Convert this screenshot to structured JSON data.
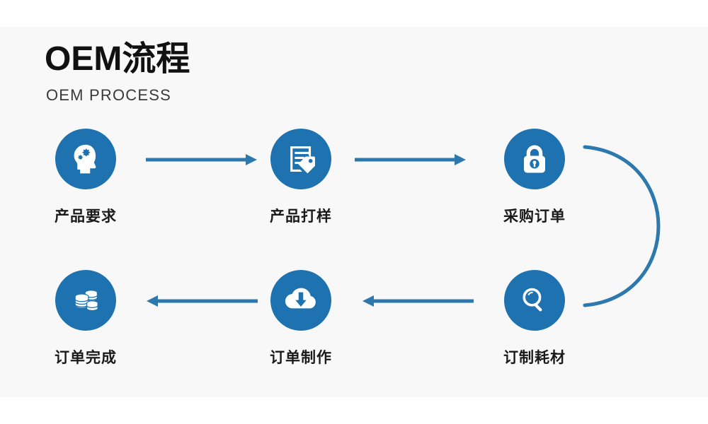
{
  "page": {
    "background_color": "#ffffff",
    "panel_color": "#f8f8f8",
    "accent_color": "#1e72b0",
    "text_color": "#1a1a1a"
  },
  "header": {
    "title": "OEM流程",
    "subtitle": "OEM PROCESS"
  },
  "flow": {
    "steps": [
      {
        "label": "产品要求",
        "icon": "head-gears-icon",
        "row": 1,
        "col": 1
      },
      {
        "label": "产品打样",
        "icon": "document-tag-icon",
        "row": 1,
        "col": 2
      },
      {
        "label": "采购订单",
        "icon": "padlock-icon",
        "row": 1,
        "col": 3
      },
      {
        "label": "订制耗材",
        "icon": "magnifier-icon",
        "row": 2,
        "col": 3
      },
      {
        "label": "订单制作",
        "icon": "cloud-download-icon",
        "row": 2,
        "col": 2
      },
      {
        "label": "订单完成",
        "icon": "coin-stacks-icon",
        "row": 2,
        "col": 1
      }
    ],
    "connectors": [
      {
        "name": "arrow-step1-to-step2",
        "direction": "right"
      },
      {
        "name": "arrow-step2-to-step3",
        "direction": "right"
      },
      {
        "name": "curve-step3-to-step4",
        "direction": "down-curve-right"
      },
      {
        "name": "arrow-step4-to-step5",
        "direction": "left"
      },
      {
        "name": "arrow-step5-to-step6",
        "direction": "left"
      }
    ]
  }
}
